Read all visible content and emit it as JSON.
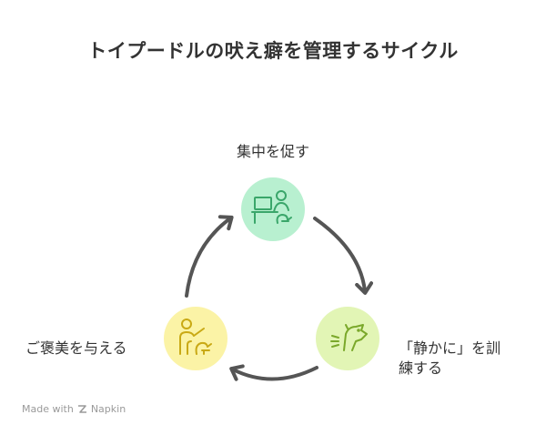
{
  "title": "トイプードルの吠え癖を管理するサイクル",
  "steps": [
    {
      "label": "集中を促す",
      "color": "#b8f0d0",
      "stroke": "#3aa66a",
      "icon": "person-at-desk-with-dog-icon"
    },
    {
      "label": "「静かに」を訓練する",
      "label_line1": "「静かに」を訓",
      "label_line2": "練する",
      "color": "#e2f5b5",
      "stroke": "#7aa82a",
      "icon": "barking-dog-icon"
    },
    {
      "label": "ご褒美を与える",
      "color": "#fbf3a6",
      "stroke": "#c9a915",
      "icon": "person-rewarding-dog-icon"
    }
  ],
  "arrow_color": "#555555",
  "credit": {
    "made_with": "Made with",
    "brand": "Napkin"
  }
}
